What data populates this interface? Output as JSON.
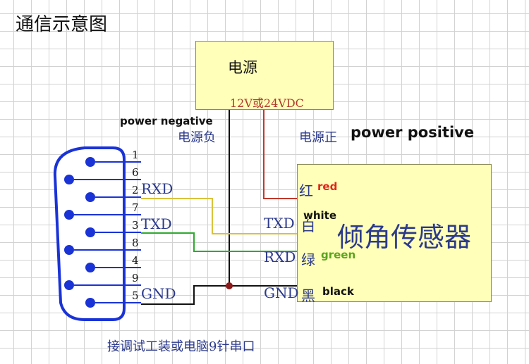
{
  "title": "通信示意图",
  "power_supply": {
    "label": "电源",
    "voltage": "12V或24VDC",
    "negative_cn": "电源负",
    "negative_en": "power negative",
    "positive_cn": "电源正",
    "positive_en": "power positive"
  },
  "sensor": {
    "label": "倾角传感器",
    "pins": [
      {
        "cn": "红",
        "en": "red",
        "color": "#e0241b"
      },
      {
        "signal": "TXD",
        "cn": "白",
        "en": "white",
        "color": "#111111"
      },
      {
        "signal": "RXD",
        "cn": "绿",
        "en": "green",
        "color": "#5aa51c"
      },
      {
        "signal": "GND",
        "cn": "黑",
        "en": "black",
        "color": "#111111"
      }
    ]
  },
  "connector": {
    "pin_numbers": [
      "1",
      "6",
      "2",
      "7",
      "3",
      "8",
      "4",
      "9",
      "5"
    ],
    "signals": [
      "RXD",
      "TXD",
      "GND"
    ],
    "caption": "接调试工装或电脑9针串口"
  },
  "colors": {
    "connector_blue": "#1a33d6",
    "wire_yellow": "#d9c23c",
    "wire_green": "#2eaa2e",
    "wire_red": "#c0392b",
    "box_fill": "#ffffb9"
  }
}
